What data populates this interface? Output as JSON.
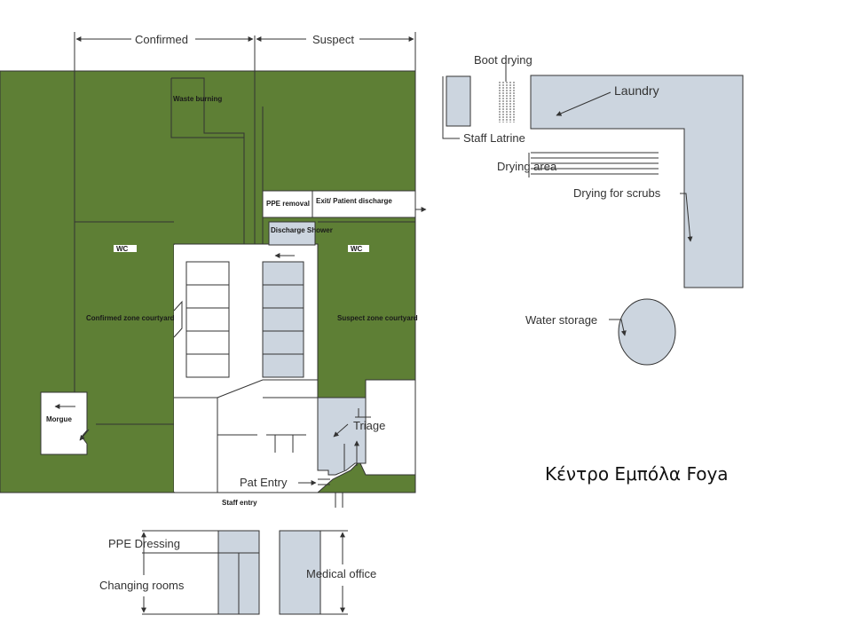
{
  "colors": {
    "zone_green": "#5E7F35",
    "room_fill": "#CCD5DF",
    "line": "#333333"
  },
  "diagram_title": "Κέντρο Εμπόλα Foya",
  "dimensions": {
    "confirmed": "Confirmed",
    "suspect": "Suspect"
  },
  "zones": {
    "waste_burning": "Waste burning",
    "ppe_removal": "PPE removal",
    "exit_patient_discharge": "Exit/ Patient discharge",
    "discharge_shower": "Discharge Shower",
    "wc_confirmed": "WC",
    "wc_suspect": "WC",
    "confirmed_courtyard": "Confirmed zone courtyard",
    "suspect_courtyard": "Suspect zone courtyard",
    "morgue": "Morgue",
    "triage": "Triage",
    "pat_entry": "Pat Entry",
    "staff_entry": "Staff entry",
    "ppe_dressing": "PPE Dressing",
    "changing_rooms": "Changing rooms",
    "medical_office": "Medical office"
  },
  "support_area": {
    "boot_drying": "Boot drying",
    "laundry": "Laundry",
    "staff_latrine": "Staff Latrine",
    "drying_area": "Drying area",
    "drying_for_scrubs": "Drying for scrubs",
    "water_storage": "Water storage"
  }
}
